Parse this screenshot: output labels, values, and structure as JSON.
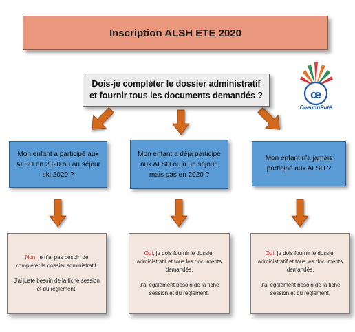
{
  "title": "Inscription ALSH ETE 2020",
  "question": "Dois-je compléter le dossier administratif et fournir tous les documents demandés ?",
  "logo": {
    "text": "CoeuduPuté",
    "icon": "feather-headdress-logo"
  },
  "colors": {
    "banner": "#e9987e",
    "blue_box": "#5b9bd5",
    "arrow": "#d2691e",
    "note": "#f2e6df",
    "highlight": "#e02020"
  },
  "branches": [
    {
      "condition": "Mon enfant a participé aux ALSH en 2020 ou au séjour ski 2020 ?",
      "answer_word": "Non",
      "answer_rest": ", je n'ai pas besoin de compléter le dossier administratif.",
      "extra": "J'ai juste besoin de la fiche session et du règlement."
    },
    {
      "condition": "Mon enfant a déjà participé aux ALSH ou à un séjour, mais pas en 2020 ?",
      "answer_word": "Oui",
      "answer_rest": ", je dois fournir le dossier administratif et tous les documents demandés.",
      "extra": "J'ai également besoin de la fiche session et du règlement."
    },
    {
      "condition": "Mon enfant n'a jamais participé aux ALSH ?",
      "answer_word": "Oui",
      "answer_rest": ", je dois fournir le dossier administratif et tous les documents demandés.",
      "extra": "J'ai également besoin de la fiche session et du règlement."
    }
  ]
}
